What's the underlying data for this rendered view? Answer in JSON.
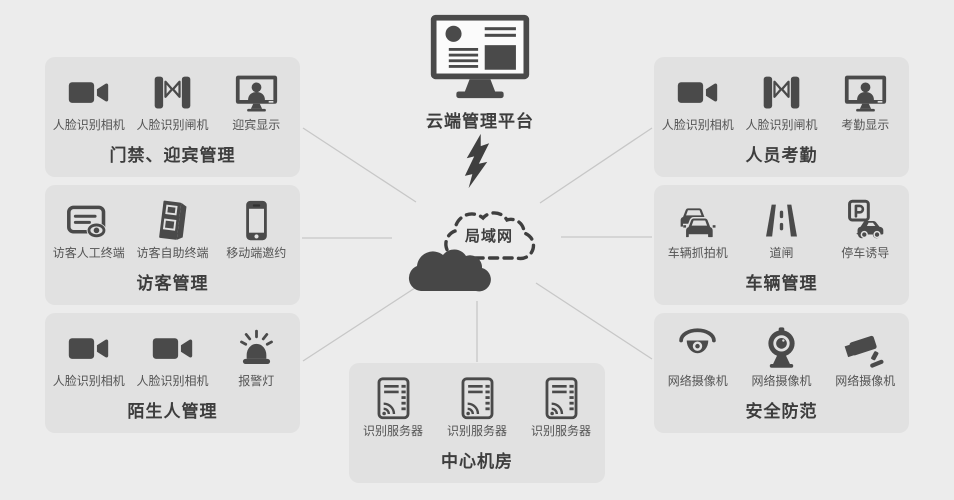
{
  "colors": {
    "background": "#ececec",
    "panel": "#e1e1e1",
    "icon": "#4a4a4a",
    "label_text": "#545454",
    "title_text": "#3d3d3d",
    "connector_line": "#c7c7c7"
  },
  "cloud_platform": {
    "title": "云端管理平台",
    "icon": "monitor-dashboard-icon"
  },
  "hub": {
    "label": "局域网",
    "icon": "cloud-icon",
    "link_icon": "lightning-bolt-icon"
  },
  "groups": [
    {
      "title": "门禁、迎宾管理",
      "items": [
        {
          "label": "人脸识别相机",
          "icon": "face-recognition-camera-icon"
        },
        {
          "label": "人脸识别闸机",
          "icon": "turnstile-gate-icon"
        },
        {
          "label": "迎宾显示",
          "icon": "welcome-display-icon"
        }
      ]
    },
    {
      "title": "访客管理",
      "items": [
        {
          "label": "访客人工终端",
          "icon": "visitor-staffed-terminal-icon"
        },
        {
          "label": "访客自助终端",
          "icon": "visitor-kiosk-icon"
        },
        {
          "label": "移动端邀约",
          "icon": "mobile-invite-icon"
        }
      ]
    },
    {
      "title": "陌生人管理",
      "items": [
        {
          "label": "人脸识别相机",
          "icon": "face-recognition-camera-icon"
        },
        {
          "label": "人脸识别相机",
          "icon": "face-recognition-camera-icon"
        },
        {
          "label": "报警灯",
          "icon": "alarm-light-icon"
        }
      ]
    },
    {
      "title": "人员考勤",
      "items": [
        {
          "label": "人脸识别相机",
          "icon": "face-recognition-camera-icon"
        },
        {
          "label": "人脸识别闸机",
          "icon": "turnstile-gate-icon"
        },
        {
          "label": "考勤显示",
          "icon": "attendance-display-icon"
        }
      ]
    },
    {
      "title": "车辆管理",
      "items": [
        {
          "label": "车辆抓拍机",
          "icon": "vehicle-capture-camera-icon"
        },
        {
          "label": "道闸",
          "icon": "barrier-lane-icon"
        },
        {
          "label": "停车诱导",
          "icon": "parking-guidance-icon"
        }
      ]
    },
    {
      "title": "安全防范",
      "items": [
        {
          "label": "网络摄像机",
          "icon": "dome-camera-icon"
        },
        {
          "label": "网络摄像机",
          "icon": "webcam-icon"
        },
        {
          "label": "网络摄像机",
          "icon": "cctv-camera-icon"
        }
      ]
    },
    {
      "title": "中心机房",
      "items": [
        {
          "label": "识别服务器",
          "icon": "recognition-server-icon"
        },
        {
          "label": "识别服务器",
          "icon": "recognition-server-icon"
        },
        {
          "label": "识别服务器",
          "icon": "recognition-server-icon"
        }
      ]
    }
  ]
}
